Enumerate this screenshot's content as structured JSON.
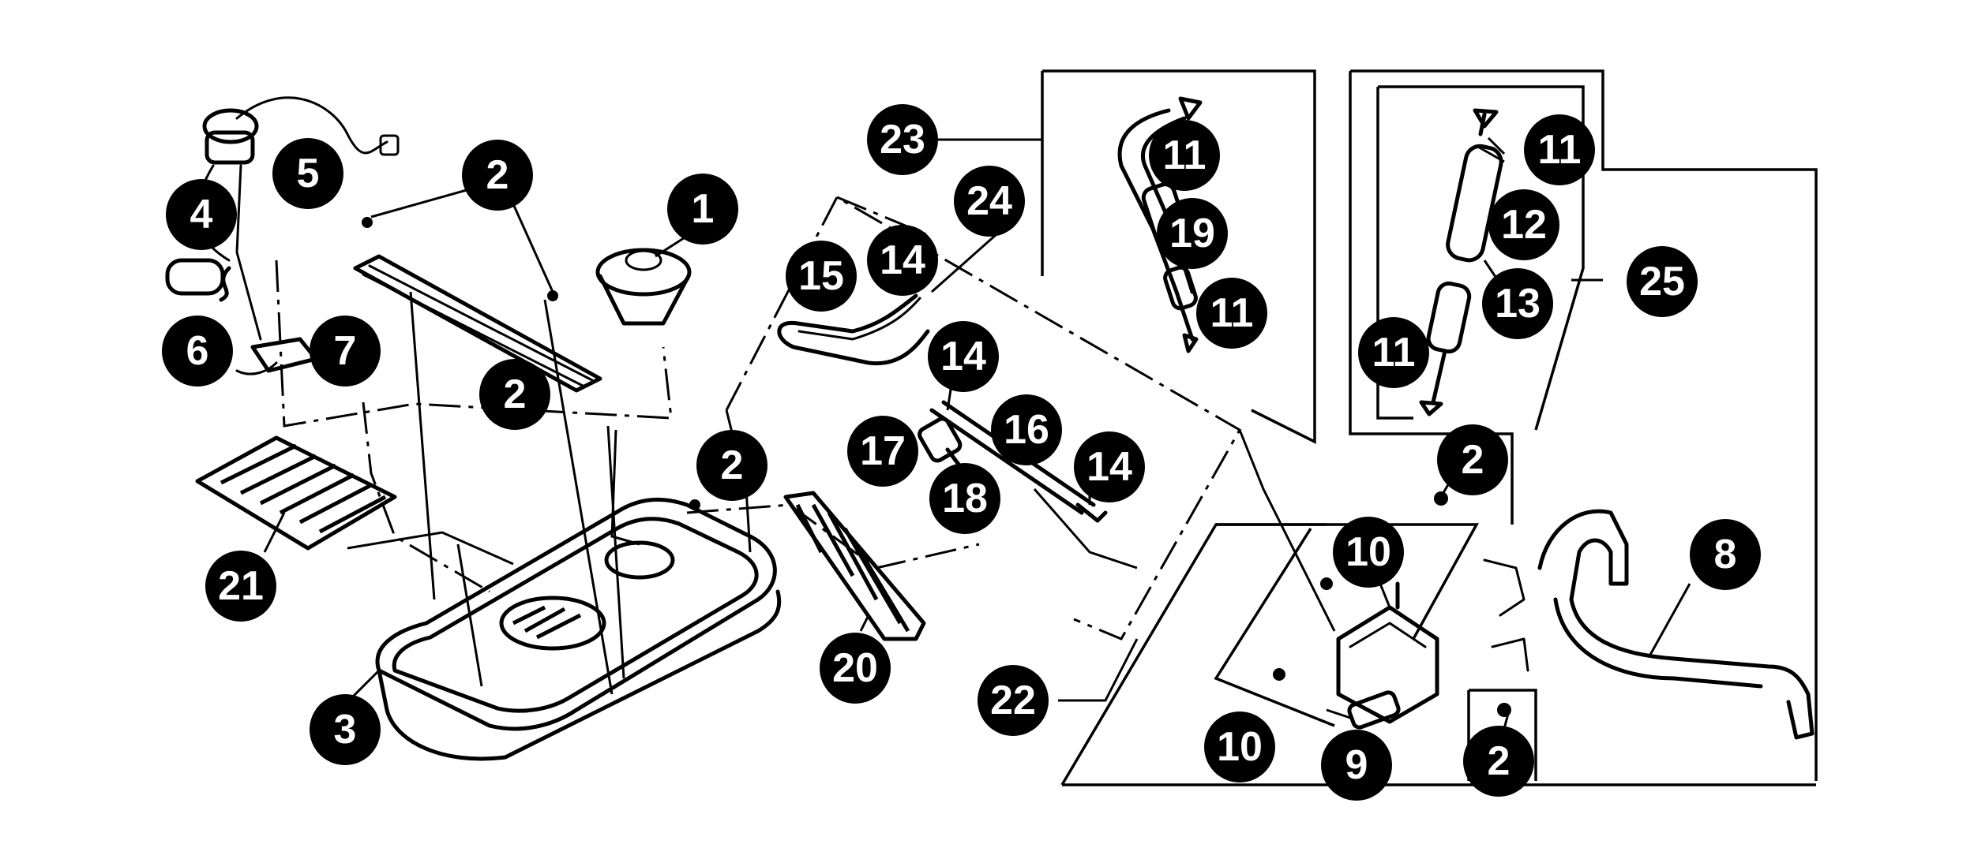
{
  "diagram": {
    "callouts": [
      {
        "id": "c1",
        "label": "1"
      },
      {
        "id": "c2a",
        "label": "2"
      },
      {
        "id": "c2b",
        "label": "2"
      },
      {
        "id": "c2c",
        "label": "2"
      },
      {
        "id": "c2d",
        "label": "2"
      },
      {
        "id": "c2e",
        "label": "2"
      },
      {
        "id": "c3",
        "label": "3"
      },
      {
        "id": "c4",
        "label": "4"
      },
      {
        "id": "c5",
        "label": "5"
      },
      {
        "id": "c6",
        "label": "6"
      },
      {
        "id": "c7",
        "label": "7"
      },
      {
        "id": "c8",
        "label": "8"
      },
      {
        "id": "c9",
        "label": "9"
      },
      {
        "id": "c10a",
        "label": "10"
      },
      {
        "id": "c10b",
        "label": "10"
      },
      {
        "id": "c11a",
        "label": "11"
      },
      {
        "id": "c11b",
        "label": "11"
      },
      {
        "id": "c11c",
        "label": "11"
      },
      {
        "id": "c11d",
        "label": "11"
      },
      {
        "id": "c12",
        "label": "12"
      },
      {
        "id": "c13",
        "label": "13"
      },
      {
        "id": "c14a",
        "label": "14"
      },
      {
        "id": "c14b",
        "label": "14"
      },
      {
        "id": "c14c",
        "label": "14"
      },
      {
        "id": "c15",
        "label": "15"
      },
      {
        "id": "c16",
        "label": "16"
      },
      {
        "id": "c17",
        "label": "17"
      },
      {
        "id": "c18",
        "label": "18"
      },
      {
        "id": "c19",
        "label": "19"
      },
      {
        "id": "c20",
        "label": "20"
      },
      {
        "id": "c21",
        "label": "21"
      },
      {
        "id": "c22",
        "label": "22"
      },
      {
        "id": "c23",
        "label": "23"
      },
      {
        "id": "c24",
        "label": "24"
      },
      {
        "id": "c25",
        "label": "25"
      }
    ]
  }
}
